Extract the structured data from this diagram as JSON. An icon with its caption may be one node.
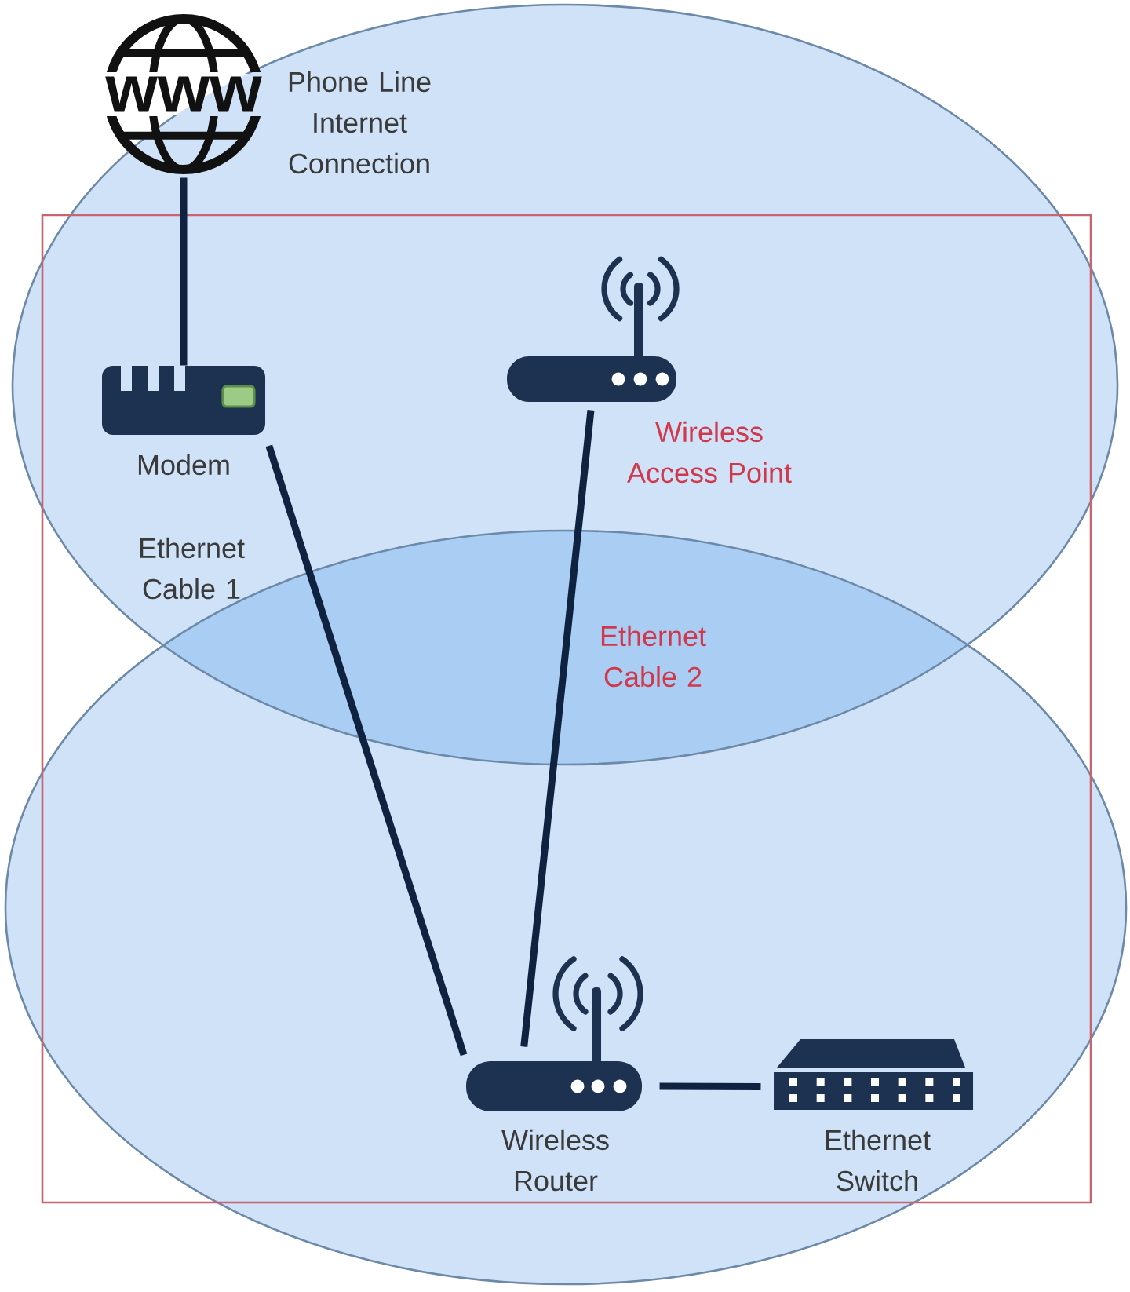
{
  "diagram": {
    "nodes": [
      {
        "text": [
          "www"
        ],
        "beside": [
          "Phone Line Internet Connection"
        ]
      },
      {
        "text": [],
        "shape": "box",
        "beside": [
          "Modem"
        ]
      },
      {
        "text": [],
        "shape": "picture",
        "beside": [
          "Wireless Access Point"
        ]
      },
      {
        "text": [],
        "shape": "picture",
        "beside": [
          "Wireless Router"
        ]
      },
      {
        "text": [],
        "shape": "picture",
        "beside": [
          "Ethernet Switch"
        ]
      }
    ],
    "edges": [
      {
        "from": 0,
        "to": 1,
        "arrow": "none"
      },
      {
        "from": 1,
        "to": 3,
        "arrow": "none",
        "label": "Ethernet Cable 1"
      },
      {
        "from": 2,
        "to": 3,
        "arrow": "none",
        "label": "Ethernet Cable 2"
      },
      {
        "from": 3,
        "to": 4,
        "arrow": "none"
      }
    ]
  }
}
